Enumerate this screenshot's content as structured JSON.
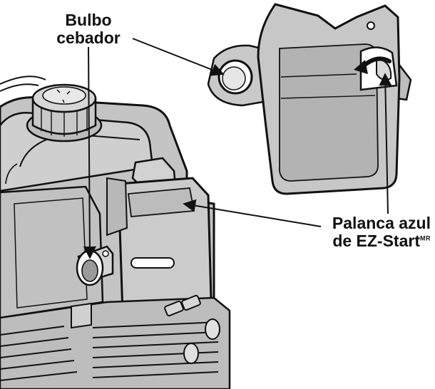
{
  "labels": {
    "primer_bulb": {
      "line1": "Bulbo",
      "line2": "cebador"
    },
    "ez_start_lever": {
      "line1": "Palanca azul",
      "line2": "de EZ-Start",
      "mark": "MR"
    }
  },
  "icons": [
    "primer-bulb-icon",
    "ez-start-lever-icon",
    "pointer-arrow-icon"
  ],
  "colors": {
    "ink": "#111111",
    "housing_fill": "#c7c7c7",
    "panel_fill": "#b3b3b3",
    "background": "#ffffff"
  }
}
